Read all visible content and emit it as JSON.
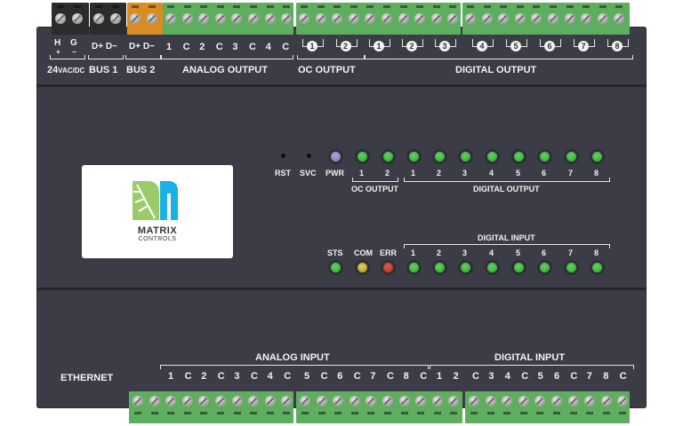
{
  "device": {
    "brand": "MATRIX",
    "brand_sub": "CONTROLS",
    "colors": {
      "case": "#3b3c46",
      "terminal_green": "#5fad5f",
      "terminal_orange": "#d88c22",
      "terminal_black": "#2c2c2c",
      "logo_green": "#9bcb6a",
      "logo_blue": "#1ab0e8"
    }
  },
  "top": {
    "power": {
      "h": "H",
      "g": "G",
      "plus": "+",
      "minus": "−",
      "title": "24",
      "title_sub": "VAC/DC"
    },
    "bus1": {
      "pins": "D+ D−",
      "title": "BUS 1"
    },
    "bus2": {
      "pins": "D+ D−",
      "title": "BUS 2"
    },
    "analog_output": {
      "pins": [
        "1",
        "C",
        "2",
        "C",
        "3",
        "C",
        "4",
        "C"
      ],
      "title": "ANALOG OUTPUT"
    },
    "oc_output": {
      "channels": [
        "1",
        "2"
      ],
      "title": "OC OUTPUT"
    },
    "digital_output": {
      "channels": [
        "1",
        "2",
        "3",
        "4",
        "5",
        "6",
        "7",
        "8"
      ],
      "title": "DIGITAL OUTPUT"
    }
  },
  "leds_top": {
    "buttons": [
      "RST",
      "SVC"
    ],
    "pwr": "PWR",
    "oc_labels": [
      "1",
      "2"
    ],
    "oc_title": "OC OUTPUT",
    "do_labels": [
      "1",
      "2",
      "3",
      "4",
      "5",
      "6",
      "7",
      "8"
    ],
    "do_title": "DIGITAL OUTPUT"
  },
  "leds_bottom": {
    "status": [
      "STS",
      "COM",
      "ERR"
    ],
    "di_title": "DIGITAL INPUT",
    "di_labels": [
      "1",
      "2",
      "3",
      "4",
      "5",
      "6",
      "7",
      "8"
    ]
  },
  "bottom": {
    "ethernet": "ETHERNET",
    "analog_input": {
      "title": "ANALOG INPUT",
      "pins": [
        "1",
        "C",
        "2",
        "C",
        "3",
        "C",
        "4",
        "C",
        "5",
        "C",
        "6",
        "C",
        "7",
        "C",
        "8",
        "C"
      ]
    },
    "digital_input": {
      "title": "DIGITAL INPUT",
      "pins": [
        "1",
        "2",
        "C",
        "3",
        "4",
        "C",
        "5",
        "6",
        "C",
        "7",
        "8",
        "C"
      ]
    }
  }
}
